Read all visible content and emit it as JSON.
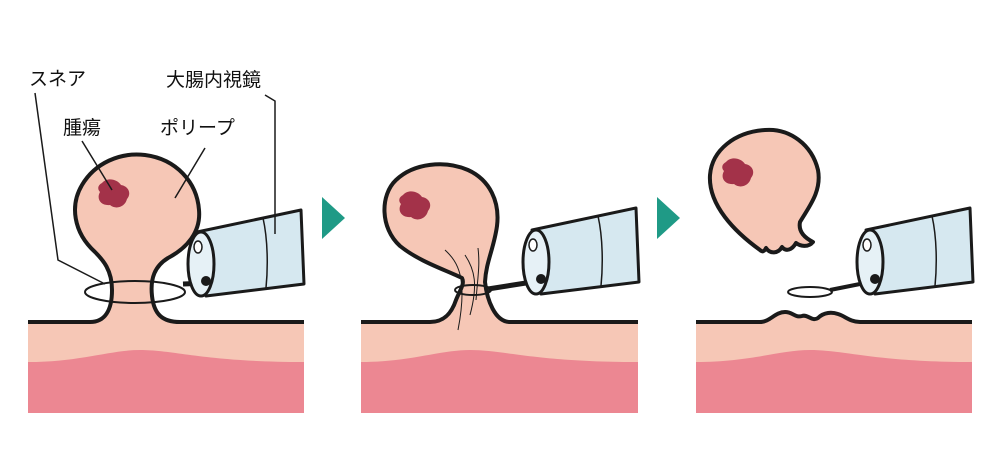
{
  "labels": {
    "snare": "スネア",
    "endoscope": "大腸内視鏡",
    "tumor": "腫瘍",
    "polyp": "ポリープ"
  },
  "colors": {
    "tissue_light": "#f6c7b6",
    "muscle_layer": "#ec8792",
    "tumor": "#a33249",
    "endoscope_body": "#d6e8f0",
    "arrow": "#1f9a86",
    "outline": "#1a1a1a"
  },
  "panels": [
    {
      "step": 1,
      "scene": "snare-loop-around-polyp-stalk"
    },
    {
      "step": 2,
      "scene": "snare-tightened-on-stalk"
    },
    {
      "step": 3,
      "scene": "polyp-removed"
    }
  ],
  "arrows": [
    "next-step-arrow",
    "next-step-arrow"
  ]
}
